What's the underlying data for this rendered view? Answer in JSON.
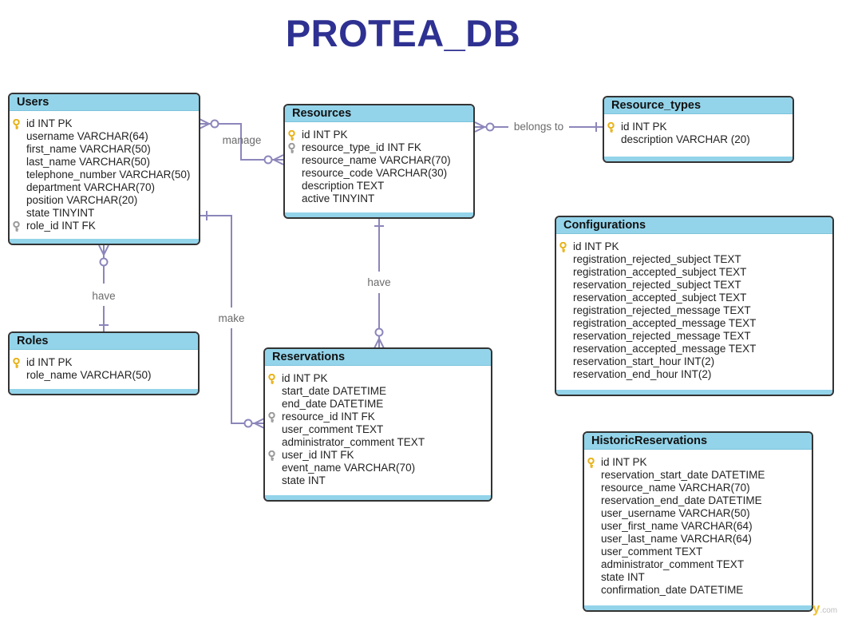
{
  "diagram": {
    "title": "PROTEA_DB"
  },
  "colors": {
    "title": "#2e3191",
    "header": "#93d4ea",
    "connector": "#8c86bb",
    "pk_key": "#e8b21a",
    "fk_key": "#9a9a9a"
  },
  "entities": [
    {
      "name": "Users",
      "attributes": [
        {
          "text": "id INT PK",
          "key": "pk"
        },
        {
          "text": "username VARCHAR(64)",
          "key": ""
        },
        {
          "text": "first_name VARCHAR(50)",
          "key": ""
        },
        {
          "text": "last_name VARCHAR(50)",
          "key": ""
        },
        {
          "text": "telephone_number VARCHAR(50)",
          "key": ""
        },
        {
          "text": "department VARCHAR(70)",
          "key": ""
        },
        {
          "text": "position VARCHAR(20)",
          "key": ""
        },
        {
          "text": "state TINYINT",
          "key": ""
        },
        {
          "text": "role_id INT FK",
          "key": "fk"
        }
      ]
    },
    {
      "name": "Resources",
      "attributes": [
        {
          "text": "id INT PK",
          "key": "pk"
        },
        {
          "text": "resource_type_id INT FK",
          "key": "fk"
        },
        {
          "text": "resource_name VARCHAR(70)",
          "key": ""
        },
        {
          "text": "resource_code VARCHAR(30)",
          "key": ""
        },
        {
          "text": "description TEXT",
          "key": ""
        },
        {
          "text": "active TINYINT",
          "key": ""
        }
      ]
    },
    {
      "name": "Resource_types",
      "attributes": [
        {
          "text": "id INT PK",
          "key": "pk"
        },
        {
          "text": "description VARCHAR (20)",
          "key": ""
        }
      ]
    },
    {
      "name": "Configurations",
      "attributes": [
        {
          "text": "id INT PK",
          "key": "pk"
        },
        {
          "text": "registration_rejected_subject TEXT",
          "key": ""
        },
        {
          "text": "registration_accepted_subject TEXT",
          "key": ""
        },
        {
          "text": "reservation_rejected_subject TEXT",
          "key": ""
        },
        {
          "text": "reservation_accepted_subject TEXT",
          "key": ""
        },
        {
          "text": "registration_rejected_message TEXT",
          "key": ""
        },
        {
          "text": "registration_accepted_message TEXT",
          "key": ""
        },
        {
          "text": "reservation_rejected_message TEXT",
          "key": ""
        },
        {
          "text": "reservation_accepted_message TEXT",
          "key": ""
        },
        {
          "text": "reservation_start_hour INT(2)",
          "key": ""
        },
        {
          "text": "reservation_end_hour INT(2)",
          "key": ""
        }
      ]
    },
    {
      "name": "Roles",
      "attributes": [
        {
          "text": "id INT PK",
          "key": "pk"
        },
        {
          "text": "role_name VARCHAR(50)",
          "key": ""
        }
      ]
    },
    {
      "name": "Reservations",
      "attributes": [
        {
          "text": "id INT PK",
          "key": "pk"
        },
        {
          "text": "start_date DATETIME",
          "key": ""
        },
        {
          "text": "end_date DATETIME",
          "key": ""
        },
        {
          "text": "resource_id INT FK",
          "key": "fk"
        },
        {
          "text": "user_comment TEXT",
          "key": ""
        },
        {
          "text": "administrator_comment TEXT",
          "key": ""
        },
        {
          "text": "user_id INT FK",
          "key": "fk"
        },
        {
          "text": "event_name VARCHAR(70)",
          "key": ""
        },
        {
          "text": "state INT",
          "key": ""
        }
      ]
    },
    {
      "name": "HistoricReservations",
      "attributes": [
        {
          "text": "id INT PK",
          "key": "pk"
        },
        {
          "text": "reservation_start_date DATETIME",
          "key": ""
        },
        {
          "text": "resource_name VARCHAR(70)",
          "key": ""
        },
        {
          "text": "reservation_end_date DATETIME",
          "key": ""
        },
        {
          "text": "user_username VARCHAR(50)",
          "key": ""
        },
        {
          "text": "user_first_name VARCHAR(64)",
          "key": ""
        },
        {
          "text": "user_last_name VARCHAR(64)",
          "key": ""
        },
        {
          "text": "user_comment TEXT",
          "key": ""
        },
        {
          "text": "administrator_comment TEXT",
          "key": ""
        },
        {
          "text": "state INT",
          "key": ""
        },
        {
          "text": "confirmation_date DATETIME",
          "key": ""
        }
      ]
    }
  ],
  "relationships": [
    {
      "label": "manage",
      "from": "Users",
      "to": "Resources"
    },
    {
      "label": "belongs to",
      "from": "Resources",
      "to": "Resource_types"
    },
    {
      "label": "have",
      "from": "Users",
      "to": "Roles"
    },
    {
      "label": "make",
      "from": "Users",
      "to": "Reservations"
    },
    {
      "label": "have",
      "from": "Resources",
      "to": "Reservations"
    }
  ],
  "brand": {
    "mark": "y",
    "domain": ".com"
  }
}
